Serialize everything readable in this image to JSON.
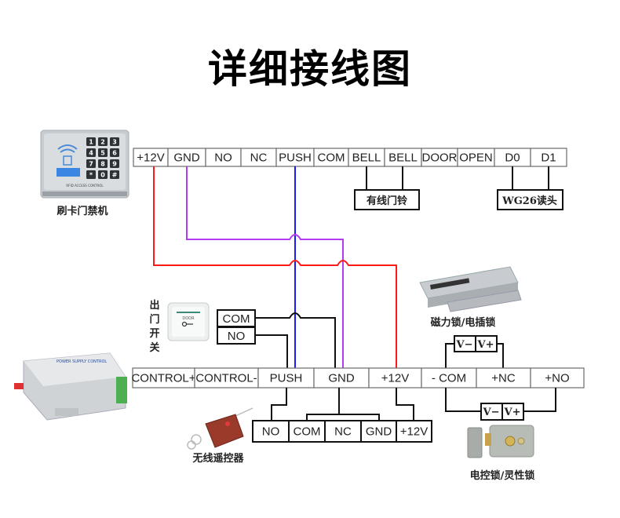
{
  "title": "详细接线图",
  "colors": {
    "red": "#ff1a1a",
    "purple": "#b43cf0",
    "blue": "#1a1aff",
    "black": "#111111",
    "cell_border": "#6b6b6b"
  },
  "top_strip": {
    "cells": [
      "+12V",
      "GND",
      "NO",
      "NC",
      "PUSH",
      "COM",
      "BELL",
      "BELL",
      "DOOR",
      "OPEN",
      "D0",
      "D1"
    ]
  },
  "bottom_strip": {
    "cells": [
      "CONTROL+",
      "CONTROL-",
      "PUSH",
      "GND",
      "+12V",
      "- COM",
      "+NC",
      "+NO"
    ]
  },
  "labels": {
    "bell_box": "有线门铃",
    "wg26_box": "WG26读头",
    "card_reader": "刷卡门禁机",
    "exit_switch": [
      "出",
      "门",
      "开",
      "关"
    ],
    "exit_com": "COM",
    "exit_no": "NO",
    "maglock": "磁力锁/电插锁",
    "maglock_vminus": "V−",
    "maglock_vplus": "V+",
    "elock_vminus": "V−",
    "elock_vplus": "V+",
    "electric_lock": "电控锁/灵性锁",
    "remote": "无线遥控器"
  },
  "receiver_strip": {
    "cells": [
      "NO",
      "COM",
      "NC",
      "GND",
      "+12V"
    ]
  },
  "devices": {
    "card_reader_keys": [
      "1",
      "2",
      "3",
      "4",
      "5",
      "6",
      "7",
      "8",
      "9",
      "*",
      "0",
      "#"
    ],
    "card_reader_caption": "RFID ACCESS CONTROL",
    "exit_button_caption": "DOOR",
    "power_supply_caption": "POWER SUPPLY CONTROL"
  }
}
